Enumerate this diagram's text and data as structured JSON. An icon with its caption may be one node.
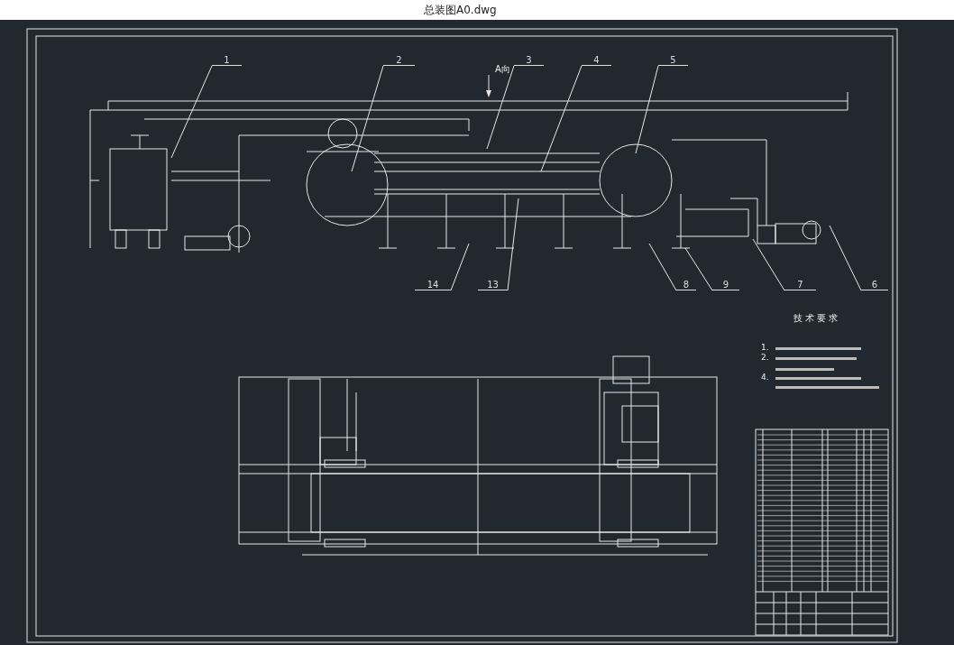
{
  "diagram": {
    "title": "总装图A0.dwg",
    "nodes": [
      {
        "text": [
          "1"
        ]
      },
      {
        "text": [
          "2"
        ]
      },
      {
        "text": [
          "3"
        ]
      },
      {
        "text": [
          "4"
        ]
      },
      {
        "text": [
          "5"
        ]
      },
      {
        "text": [
          "14"
        ]
      },
      {
        "text": [
          "13"
        ]
      },
      {
        "text": [
          "8"
        ]
      },
      {
        "text": [
          "9"
        ]
      },
      {
        "text": [
          "7"
        ]
      },
      {
        "text": [
          "6"
        ]
      }
    ],
    "edges": [
      {
        "from": 0,
        "to": null,
        "arrow": "none"
      },
      {
        "from": 1,
        "to": null,
        "arrow": "none"
      },
      {
        "from": 2,
        "to": null,
        "arrow": "none"
      },
      {
        "from": 3,
        "to": null,
        "arrow": "none"
      },
      {
        "from": 4,
        "to": null,
        "arrow": "none"
      },
      {
        "from": 5,
        "to": null,
        "arrow": "none"
      },
      {
        "from": 6,
        "to": null,
        "arrow": "none"
      },
      {
        "from": 7,
        "to": null,
        "arrow": "none"
      },
      {
        "from": 8,
        "to": null,
        "arrow": "none"
      },
      {
        "from": 9,
        "to": null,
        "arrow": "none"
      },
      {
        "from": 10,
        "to": null,
        "arrow": "none"
      }
    ],
    "labels": [
      "A向",
      "技术要求",
      "1.",
      "2.",
      "4."
    ]
  }
}
